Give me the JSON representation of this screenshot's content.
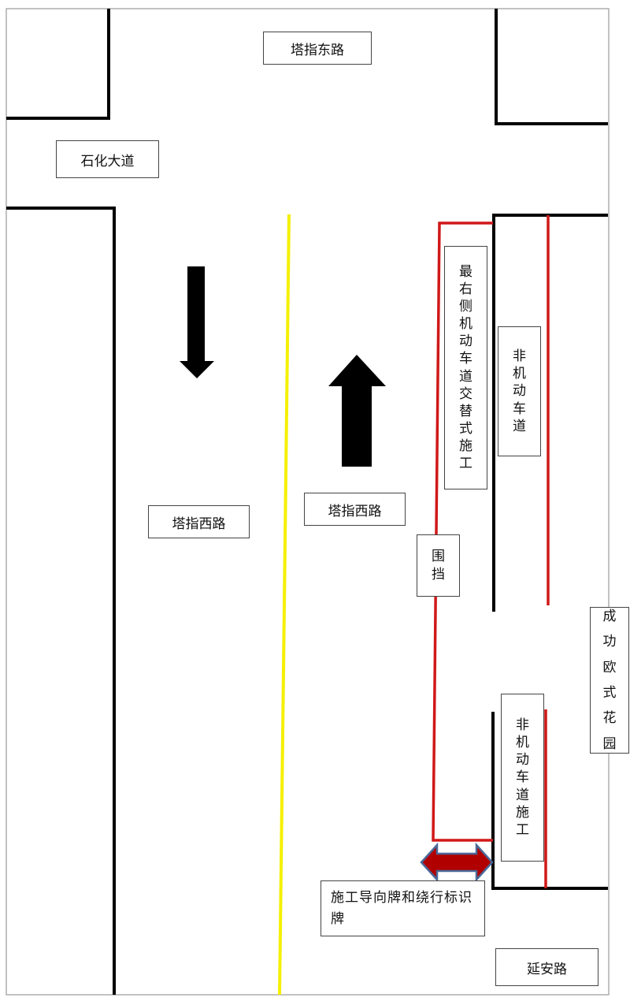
{
  "roads": {
    "north": "塔指东路",
    "northwest": "石化大道",
    "west_southbound": "塔指西路",
    "west_northbound": "塔指西路",
    "south": "延安路"
  },
  "labels": {
    "right_lane_construction": "最右侧机动车道交替式施工",
    "non_motor_lane": "非机动车道",
    "barrier": "围挡",
    "garden": "成功欧式花园",
    "non_motor_lane_construction": "非机动车道施工",
    "signs": "施工导向牌和绕行标识牌"
  },
  "colors": {
    "centerline": "#f5f000",
    "barrier": "#d01818",
    "double_arrow_fill": "#b00000",
    "double_arrow_outline": "#4a6a9a"
  }
}
